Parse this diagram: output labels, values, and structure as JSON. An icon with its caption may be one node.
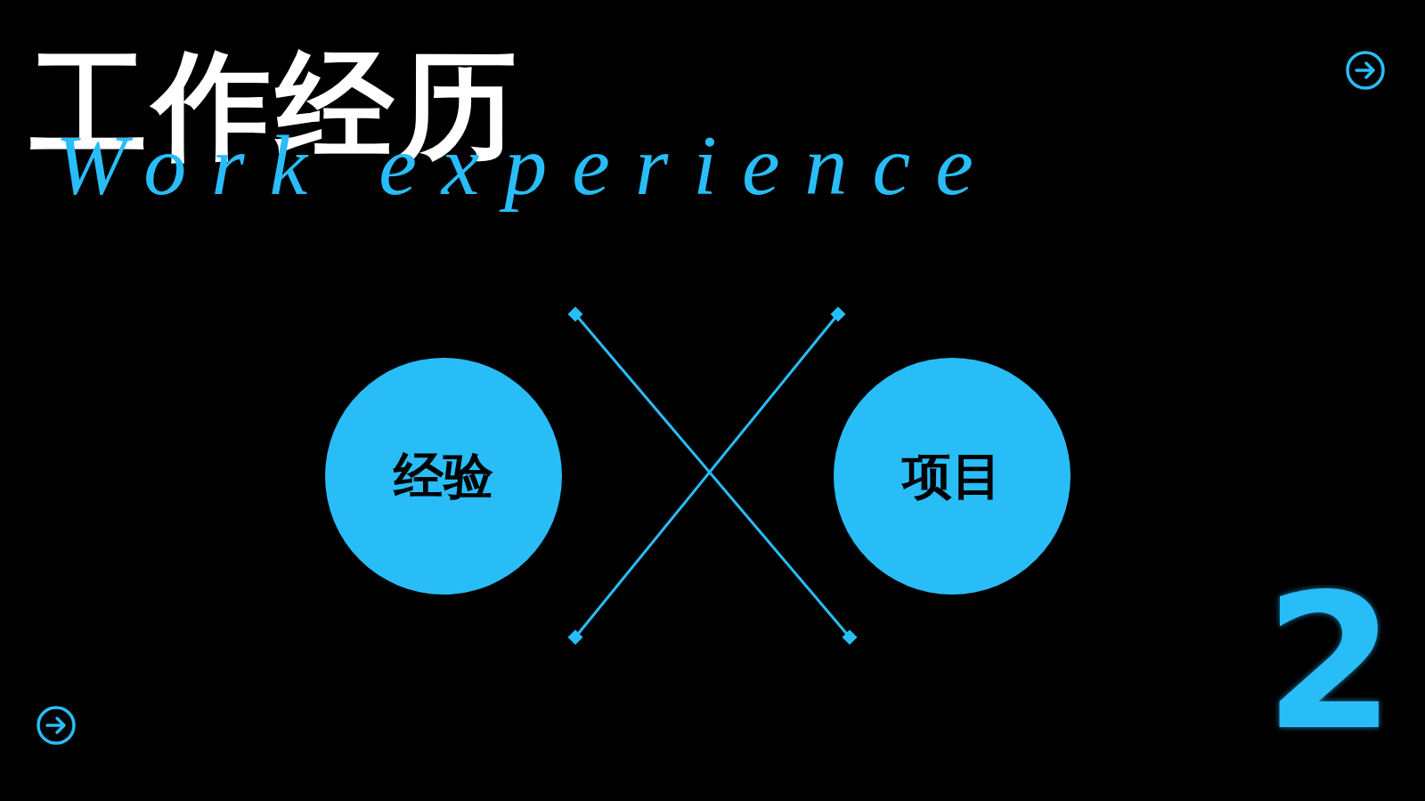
{
  "diagram": {
    "title": "工作经历",
    "nodes": [
      {
        "text": [
          "经验"
        ]
      },
      {
        "text": [
          "项目"
        ]
      }
    ],
    "labels": [
      "Work experience",
      "2"
    ]
  }
}
